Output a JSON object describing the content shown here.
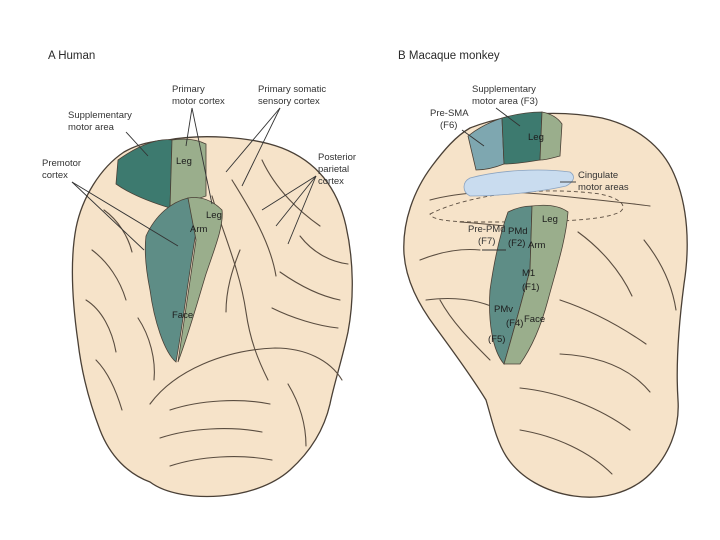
{
  "colors": {
    "brain_fill": "#f6e3c9",
    "sma": "#3d7a6f",
    "premotor": "#5e8d86",
    "motor": "#9aae8c",
    "pre_sma": "#7ea7b0",
    "cingulate": "#c9dcef"
  },
  "panels": {
    "human": {
      "title": "A  Human",
      "labels": {
        "sma": [
          "Supplementary",
          "motor area"
        ],
        "primary_motor": [
          "Primary",
          "motor cortex"
        ],
        "primary_sensory": [
          "Primary somatic",
          "sensory cortex"
        ],
        "premotor": [
          "Premotor",
          "cortex"
        ],
        "posterior_parietal": [
          "Posterior",
          "parietal",
          "cortex"
        ]
      },
      "regions": {
        "leg_top": "Leg",
        "leg": "Leg",
        "arm": "Arm",
        "face": "Face"
      }
    },
    "monkey": {
      "title": "B  Macaque monkey",
      "labels": {
        "sma": [
          "Supplementary",
          "motor area (F3)"
        ],
        "pre_sma": [
          "Pre-SMA",
          "(F6)"
        ],
        "cingulate": [
          "Cingulate",
          "motor areas"
        ],
        "pre_pmd": [
          "Pre-PMd",
          "(F7)"
        ]
      },
      "regions": {
        "leg_top": "Leg",
        "leg": "Leg",
        "pmd": [
          "PMd",
          "(F2)"
        ],
        "arm": "Arm",
        "m1": [
          "M1",
          "(F1)"
        ],
        "pmv": [
          "PMv",
          "(F4)"
        ],
        "f5": "(F5)",
        "face": "Face"
      }
    }
  }
}
